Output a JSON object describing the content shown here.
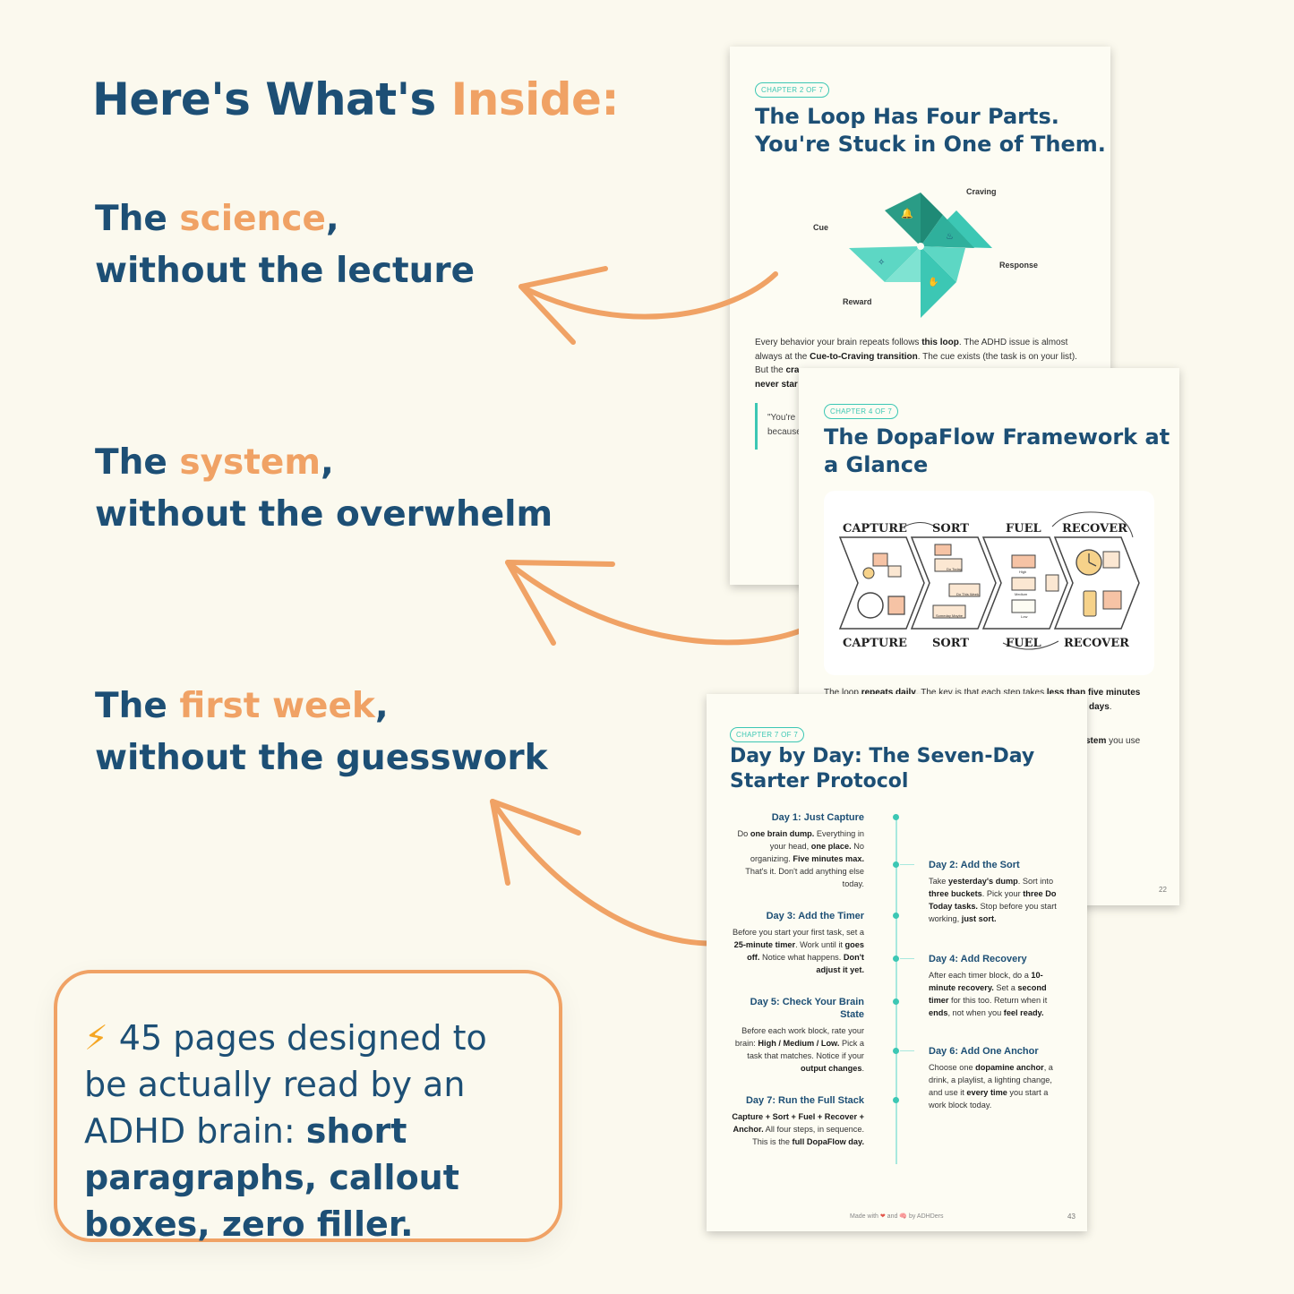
{
  "headline": {
    "part1": "Here's What's ",
    "part2": "Inside:"
  },
  "features": [
    {
      "prefix": "The ",
      "highlight": "science",
      "suffix": ",",
      "line2": "without the lecture"
    },
    {
      "prefix": "The ",
      "highlight": "system",
      "suffix": ",",
      "line2": "without the overwhelm"
    },
    {
      "prefix": "The ",
      "highlight": "first week",
      "suffix": ",",
      "line2": "without the guesswork"
    }
  ],
  "callout": {
    "icon": "⚡",
    "text": " 45 pages designed to be actually read by an ADHD brain: ",
    "bold": "short paragraphs, callout boxes, zero filler."
  },
  "page1": {
    "chip": "CHAPTER 2 OF 7",
    "title_line1": "The Loop Has Four Parts.",
    "title_line2": "You're Stuck in One of Them.",
    "labels": {
      "cue": "Cue",
      "craving": "Craving",
      "response": "Response",
      "reward": "Reward"
    },
    "body": {
      "t1": "Every behavior your brain repeats follows ",
      "b1": "this loop",
      "t2": ". The ADHD issue is almost always at the ",
      "b2": "Cue-to-Craving transition",
      "t3": ". The cue exists (the task is on your list). But the ",
      "b3": "cra",
      "b4": "never star"
    },
    "quote_line1": "\"You're",
    "quote_line2": "because"
  },
  "page2": {
    "chip": "CHAPTER 4 OF 7",
    "title_line1": "The DopaFlow Framework at",
    "title_line2": "a Glance",
    "steps": [
      "CAPTURE",
      "SORT",
      "FUEL",
      "RECOVER"
    ],
    "mini": {
      "do_today": "Do Today",
      "do_this_week": "Do This Week",
      "someday": "Someday Maybe",
      "high": "High",
      "medium": "Medium",
      "low": "Low"
    },
    "body": {
      "t1": "The loop ",
      "b1": "repeats daily",
      "t2": ". The key is that each step takes ",
      "b2": "less than five minutes",
      "b3": "days",
      "t3": ".",
      "b4": "stem",
      "t4": " you use"
    },
    "page_num": "22"
  },
  "page3": {
    "chip": "CHAPTER 7 OF 7",
    "title_line1": "Day by Day: The Seven-Day",
    "title_line2": "Starter Protocol",
    "days": [
      {
        "title": "Day 1: Just Capture",
        "parts": [
          [
            "Do ",
            false
          ],
          [
            "one brain dump.",
            true
          ],
          [
            " Everything in your head, ",
            false
          ],
          [
            "one place.",
            true
          ],
          [
            " No organizing. ",
            false
          ],
          [
            "Five minutes max.",
            true
          ],
          [
            " That's it. Don't add anything else today.",
            false
          ]
        ]
      },
      {
        "title": "Day 2: Add the Sort",
        "parts": [
          [
            "Take ",
            false
          ],
          [
            "yesterday's dump",
            true
          ],
          [
            ". Sort into ",
            false
          ],
          [
            "three buckets",
            true
          ],
          [
            ". Pick your ",
            false
          ],
          [
            "three Do Today tasks.",
            true
          ],
          [
            " Stop before you start working, ",
            false
          ],
          [
            "just sort.",
            true
          ]
        ]
      },
      {
        "title": "Day 3: Add the Timer",
        "parts": [
          [
            "Before you start your first task, set a ",
            false
          ],
          [
            "25-minute timer",
            true
          ],
          [
            ". Work until it ",
            false
          ],
          [
            "goes off.",
            true
          ],
          [
            " Notice what happens. ",
            false
          ],
          [
            "Don't adjust it yet.",
            true
          ]
        ]
      },
      {
        "title": "Day 4: Add Recovery",
        "parts": [
          [
            "After each timer block, do a ",
            false
          ],
          [
            "10-minute recovery.",
            true
          ],
          [
            " Set a ",
            false
          ],
          [
            "second timer",
            true
          ],
          [
            " for this too. Return when it ",
            false
          ],
          [
            "ends",
            true
          ],
          [
            ", not when you ",
            false
          ],
          [
            "feel ready.",
            true
          ]
        ]
      },
      {
        "title": "Day 5: Check Your Brain State",
        "parts": [
          [
            "Before each work block, rate your brain: ",
            false
          ],
          [
            "High / Medium / Low.",
            true
          ],
          [
            " Pick a task that matches. Notice if your ",
            false
          ],
          [
            "output changes",
            true
          ],
          [
            ".",
            false
          ]
        ]
      },
      {
        "title": "Day 6: Add One Anchor",
        "parts": [
          [
            "Choose one ",
            false
          ],
          [
            "dopamine anchor",
            true
          ],
          [
            ", a drink, a playlist, a lighting change, and use it ",
            false
          ],
          [
            "every time",
            true
          ],
          [
            " you start a work block today.",
            false
          ]
        ]
      },
      {
        "title": "Day 7: Run the Full Stack",
        "parts": [
          [
            "Capture + Sort + Fuel + Recover + Anchor.",
            true
          ],
          [
            " All four steps, in sequence. This is the ",
            false
          ],
          [
            "full DopaFlow day.",
            true
          ]
        ]
      }
    ],
    "footer": {
      "made": "Made with ",
      "heart": "❤",
      "and": " and ",
      "brain": "🧠",
      "by": " by ADHDers"
    },
    "page_num": "43"
  },
  "colors": {
    "navy": "#1d4f75",
    "orange": "#f0a265",
    "teal": "#3cc7b4",
    "background": "#fbf9ee"
  }
}
